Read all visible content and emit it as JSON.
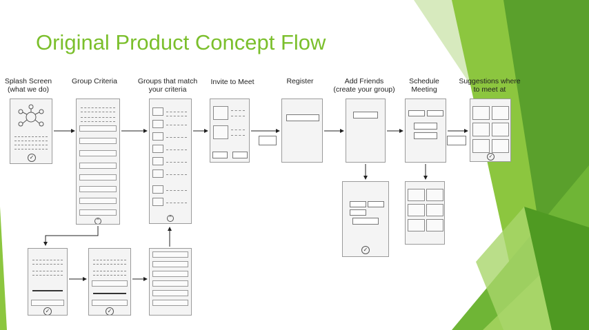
{
  "slide": {
    "title": "Original Product Concept Flow",
    "accent_color": "#7bbf2c"
  },
  "steps": {
    "splash": "Splash Screen\n(what we do)",
    "criteria": "Group Criteria",
    "groups": "Groups that match\nyour criteria",
    "invite": "Invite to Meet",
    "register": "Register",
    "friends": "Add Friends\n(create your group)",
    "schedule": "Schedule\nMeeting",
    "suggestions": "Suggestions where\nto meet at"
  }
}
